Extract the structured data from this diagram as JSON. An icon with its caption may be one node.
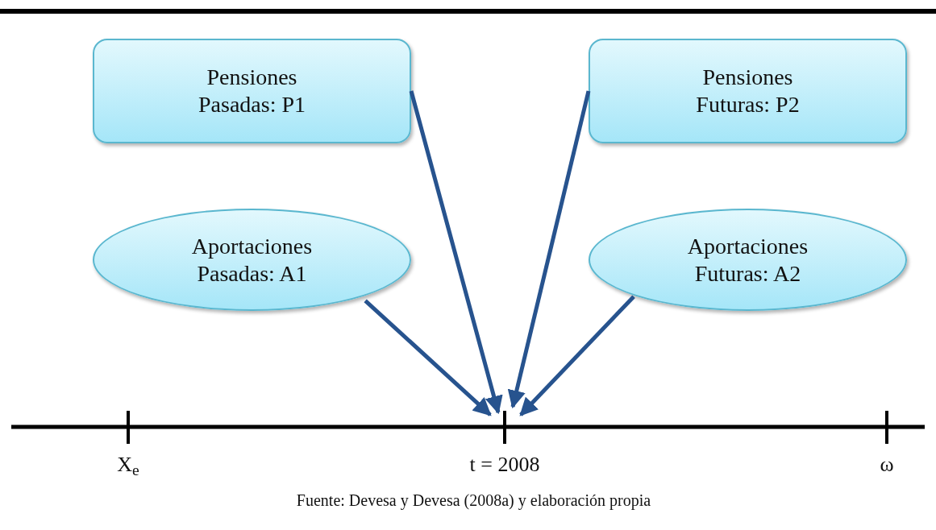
{
  "diagram": {
    "caption": "Fuente: Devesa y Devesa (2008a) y elaboración propia",
    "nodes": [
      {
        "text": [
          "Pensiones Pasadas: P1"
        ]
      },
      {
        "text": [
          "Pensiones Futuras: P2"
        ]
      },
      {
        "text": [
          "Aportaciones Pasadas: A1"
        ]
      },
      {
        "text": [
          "Aportaciones Futuras: A2"
        ]
      }
    ],
    "edges": [
      {
        "from": 0,
        "to": null,
        "arrow": "to"
      },
      {
        "from": 1,
        "to": null,
        "arrow": "to"
      },
      {
        "from": 2,
        "to": null,
        "arrow": "to"
      },
      {
        "from": 3,
        "to": null,
        "arrow": "to"
      }
    ],
    "labels": [
      "X$_{e}$",
      "t = 2008",
      "ω"
    ]
  }
}
